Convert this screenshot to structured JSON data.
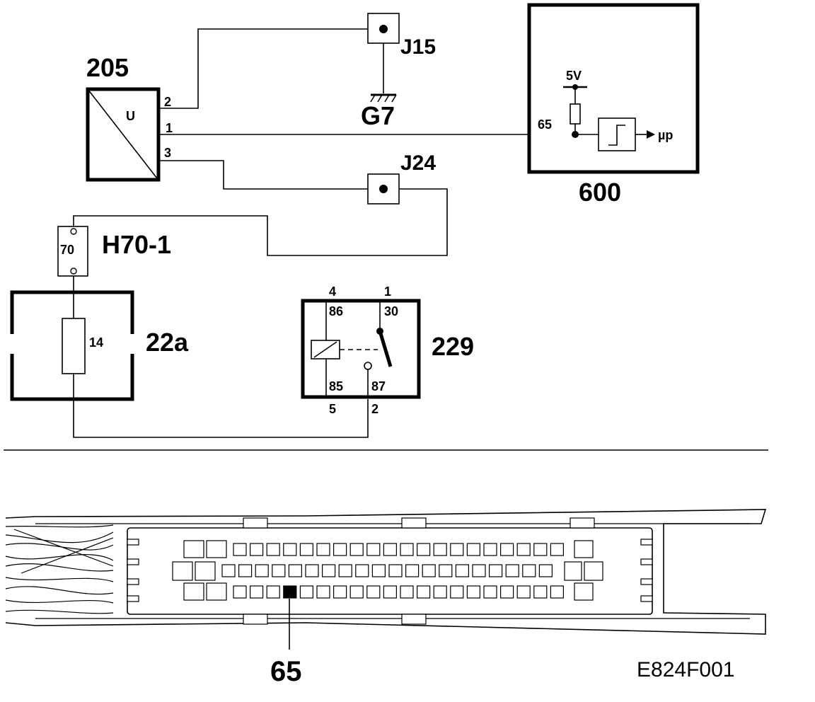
{
  "components": {
    "sensor": {
      "id": "205",
      "symbol": "U",
      "pins": [
        "2",
        "1",
        "3"
      ]
    },
    "ecu": {
      "id": "600",
      "pin": "65",
      "supply": "5V",
      "output": "µp"
    },
    "junction_top": {
      "id": "J15"
    },
    "ground": {
      "id": "G7"
    },
    "junction_mid": {
      "id": "J24"
    },
    "connector": {
      "id": "H70-1",
      "pin": "70"
    },
    "fuse_box": {
      "id": "22a",
      "fuse": "14"
    },
    "relay": {
      "id": "229",
      "top_pins": [
        "4",
        "1"
      ],
      "bottom_pins": [
        "5",
        "2"
      ],
      "terminals": [
        "86",
        "30",
        "85",
        "87"
      ]
    }
  },
  "connector_view": {
    "pin_label": "65"
  },
  "reference": "E824F001"
}
